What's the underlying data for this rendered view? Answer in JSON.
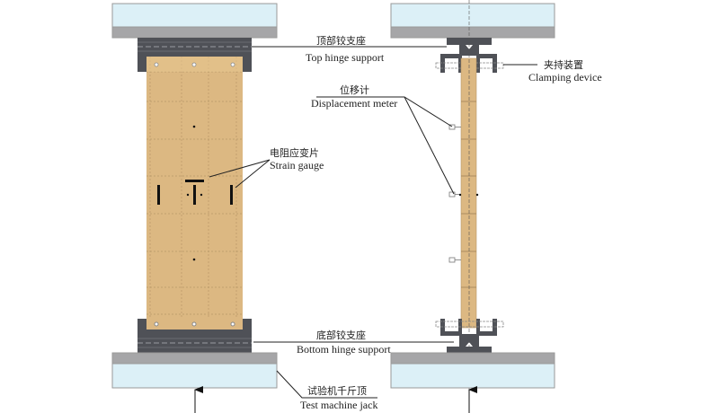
{
  "labels": {
    "top_hinge": {
      "zh": "顶部铰支座",
      "en": "Top hinge support"
    },
    "clamping": {
      "zh": "夹持装置",
      "en": "Clamping device"
    },
    "displacement": {
      "zh": "位移计",
      "en": "Displacement meter"
    },
    "strain": {
      "zh": "电阻应变片",
      "en": "Strain gauge"
    },
    "bottom_hinge": {
      "zh": "底部铰支座",
      "en": "Bottom hinge support"
    },
    "jack": {
      "zh": "试验机千斤顶",
      "en": "Test machine jack"
    }
  },
  "colors": {
    "plate_blue": "#dcf0f7",
    "plate_gray": "#a6a6a8",
    "hinge": "#4f5157",
    "panel": "#dcb882",
    "grid": "#b89868"
  }
}
